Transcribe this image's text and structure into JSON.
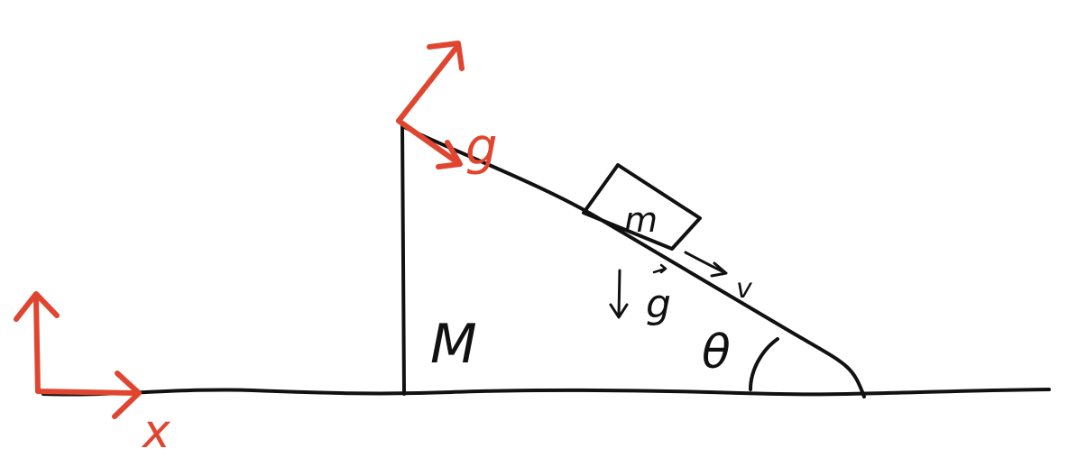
{
  "colors": {
    "ink": "#111111",
    "accent": "#e0452f",
    "background": "#ffffff"
  },
  "labels": {
    "block_mass": "m",
    "wedge_mass": "M",
    "velocity": "v",
    "gravity": "g",
    "angle": "θ",
    "incline_axis": "g",
    "ground_axis": "x"
  }
}
